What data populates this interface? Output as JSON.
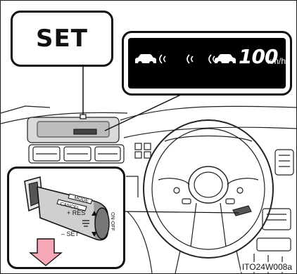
{
  "callout_set": {
    "text": "SET"
  },
  "display": {
    "speed": "100",
    "unit": "km/h",
    "icons": [
      "car-front-icon",
      "radar-wave-icon",
      "radar-wave-icon",
      "radar-wave-icon",
      "car-front-icon"
    ],
    "background_color": "#000000",
    "foreground_color": "#ffffff"
  },
  "lever": {
    "labels": {
      "mode": "MODE",
      "cancel": "CANCEL",
      "res": "+ RES",
      "set": "– SET",
      "onoff": "ON-OFF"
    },
    "arrow_color": "#f7a8b8",
    "arrow_direction": "down"
  },
  "figure_id": "ITO24W008a"
}
